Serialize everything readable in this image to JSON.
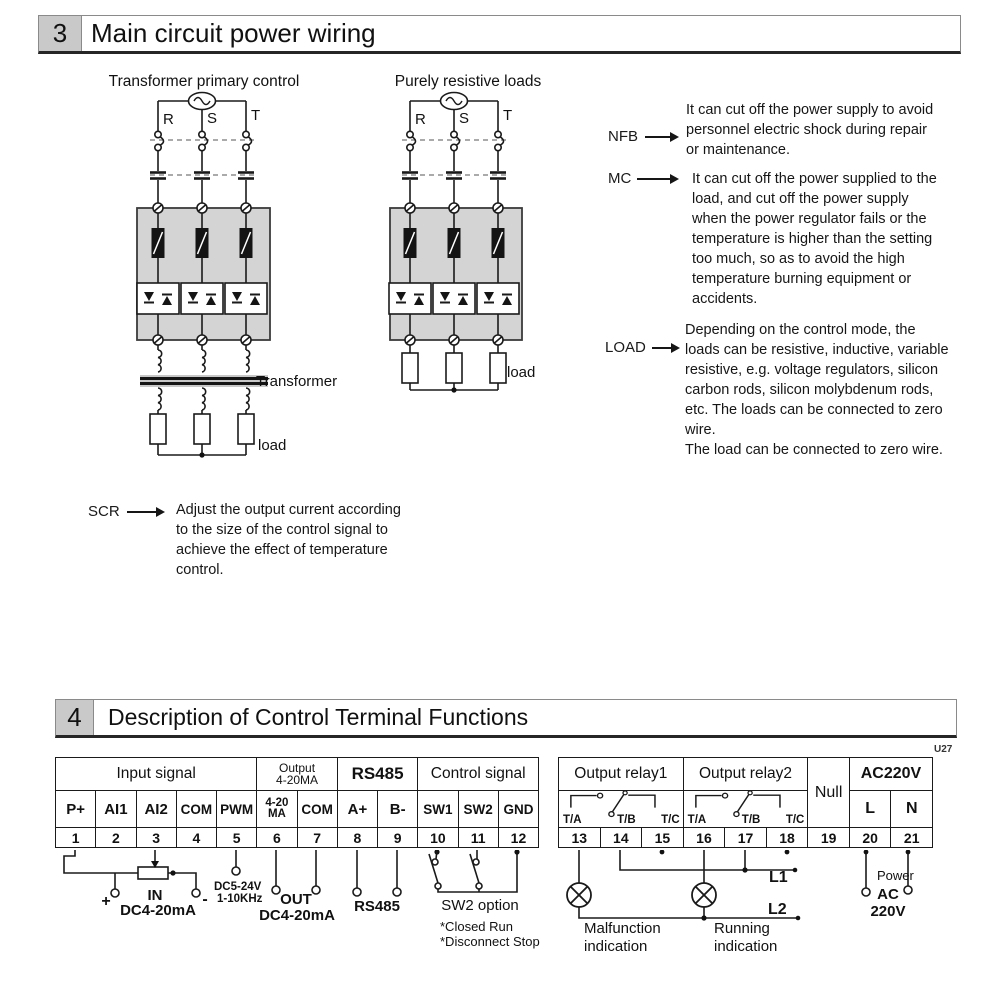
{
  "s3": {
    "number": "3",
    "title": "Main circuit power wiring",
    "left": {
      "title": "Transformer primary control",
      "phases": [
        "R",
        "S",
        "T"
      ],
      "transformer": "Transformer",
      "load": "load"
    },
    "right": {
      "title": "Purely resistive loads",
      "phases": [
        "R",
        "S",
        "T"
      ],
      "load": "load"
    },
    "notes": {
      "nfb": {
        "term": "NFB",
        "text": "It can cut off the power supply to avoid\npersonnel electric shock during repair\nor maintenance."
      },
      "mc": {
        "term": "MC",
        "text": "It can cut off the power supplied to the\nload, and cut off the power supply\nwhen the power regulator fails or the\ntemperature is higher than the setting\ntoo much, so as to avoid the high\ntemperature burning equipment or\naccidents."
      },
      "load": {
        "term": "LOAD",
        "text": "Depending on the control mode, the\nloads can be resistive, inductive, variable\nresistive, e.g. voltage regulators, silicon\ncarbon rods, silicon molybdenum rods,\netc. The loads can be connected to zero\nwire.\nThe load can be connected to zero wire."
      },
      "scr": {
        "term": "SCR",
        "text": "Adjust the output current according\nto the size of the control signal to\nachieve the effect of temperature\ncontrol."
      }
    }
  },
  "s4": {
    "number": "4",
    "title": "Description of Control Terminal Functions",
    "corner": "U27"
  },
  "tleft": {
    "groups": [
      "Input signal",
      "Output\n4-20MA",
      "RS485",
      "Control signal"
    ],
    "terminals": [
      "P+",
      "AI1",
      "AI2",
      "COM",
      "PWM",
      "4-20\nMA",
      "COM",
      "A+",
      "B-",
      "SW1",
      "SW2",
      "GND"
    ],
    "numbers": [
      "1",
      "2",
      "3",
      "4",
      "5",
      "6",
      "7",
      "8",
      "9",
      "10",
      "11",
      "12"
    ]
  },
  "tright": {
    "groups": [
      "Output relay1",
      "Output relay2",
      "Null",
      "AC220V"
    ],
    "contacts": [
      "T/A",
      "T/B",
      "T/C"
    ],
    "power": [
      "L",
      "N"
    ],
    "numbers": [
      "13",
      "14",
      "15",
      "16",
      "17",
      "18",
      "19",
      "20",
      "21"
    ]
  },
  "wiring": {
    "plus": "+",
    "minus": "-",
    "in_label": "IN",
    "in_range": "DC4-20mA",
    "pwm_line1": "DC5-24V",
    "pwm_line2": "1-10KHz",
    "out_label": "OUT",
    "out_range": "DC4-20mA",
    "rs485": "RS485",
    "sw2_label": "SW2 option",
    "sw2_note1": "*Closed Run",
    "sw2_note2": "*Disconnect Stop",
    "l1": "L1",
    "l2": "L2",
    "malfunction_line1": "Malfunction",
    "malfunction_line2": "indication",
    "running_line1": "Running",
    "running_line2": "indication",
    "power_label": "Power",
    "power_ac": "AC",
    "power_volt": "220V"
  }
}
